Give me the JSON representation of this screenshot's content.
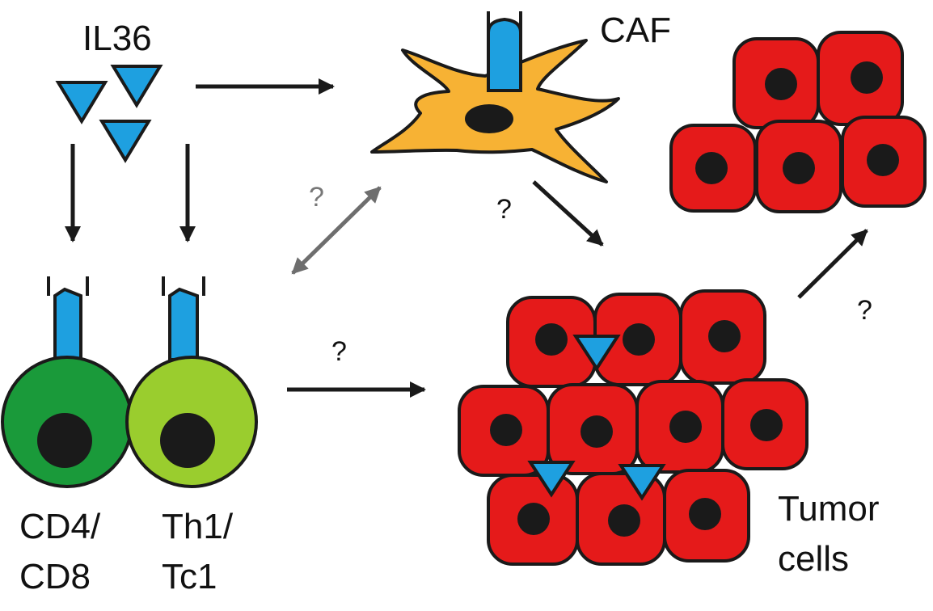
{
  "labels": {
    "il36": "IL36",
    "caf": "CAF",
    "cd4_line1": "CD4/",
    "cd4_line2": "CD8",
    "th1_line1": "Th1/",
    "th1_line2": "Tc1",
    "tumor_line1": "Tumor",
    "tumor_line2": "cells"
  },
  "questions": {
    "tcell_caf": "?",
    "caf_tumor": "?",
    "tcell_tumor": "?",
    "tumor_cluster": "?"
  },
  "colors": {
    "receptor": "#1ea0e0",
    "ligand": "#1ea0e0",
    "cd4_cell": "#1a9a3a",
    "th1_cell": "#9acd2e",
    "caf_cell": "#f7b234",
    "tumor_cell": "#e51a1a",
    "nucleus": "#1a1a1a",
    "arrow": "#1a1a1a",
    "arrow_grey": "#6e6e6e"
  }
}
